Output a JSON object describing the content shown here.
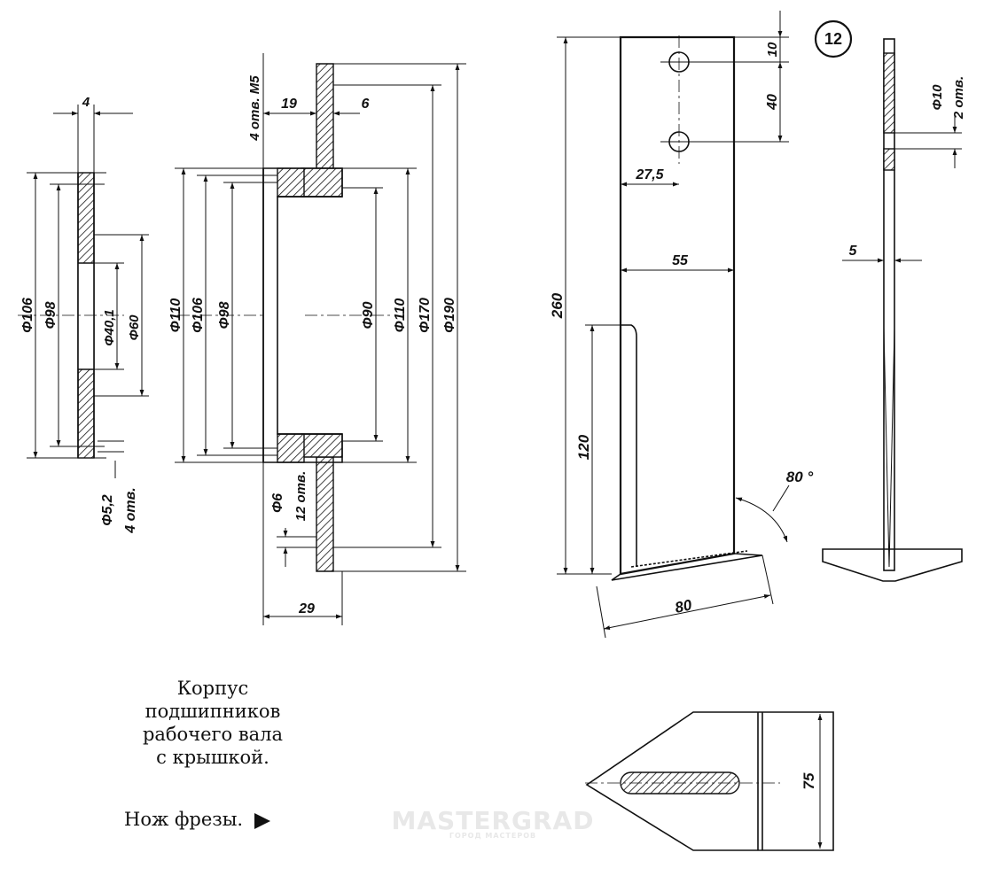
{
  "figure_number": "12",
  "caption": {
    "lines": [
      "Корпус",
      "подшипников",
      "рабочего вала",
      "с крышкой."
    ],
    "knife_label": "Нож фрезы."
  },
  "watermark": {
    "title": "MASTERGRAD",
    "subtitle": "ГОРОД МАСТЕРОВ"
  },
  "cover": {
    "thickness": "4",
    "d106": "Φ106",
    "d98": "Φ98",
    "d40": "Φ40,1",
    "d60": "Φ60",
    "holes_d": "Φ5,2",
    "holes_n": "4 отв."
  },
  "housing": {
    "thread": "4 отв. M5",
    "w19": "19",
    "w6": "6",
    "d110a": "Φ110",
    "d106": "Φ106",
    "d98": "Φ98",
    "d90": "Φ90",
    "d110b": "Φ110",
    "d170": "Φ170",
    "d190": "Φ190",
    "holes_d": "Φ6",
    "holes_n": "12 отв.",
    "w29": "29"
  },
  "knife": {
    "d10": "10",
    "d40": "40",
    "d27_5": "27,5",
    "d55": "55",
    "d260": "260",
    "d120": "120",
    "angle": "80 °",
    "d80": "80",
    "d75": "75",
    "side_holes_d": "Φ10",
    "side_holes_n": "2 отв.",
    "side_thickness": "5"
  }
}
